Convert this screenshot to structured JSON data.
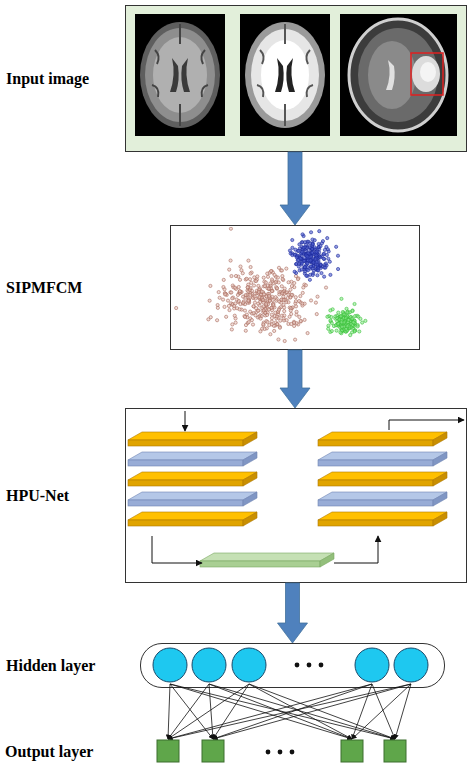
{
  "diagram": {
    "nodes": [
      {
        "text": [
          "Input image"
        ]
      },
      {
        "text": [
          "SIPMFCM"
        ]
      },
      {
        "text": [
          "HPU-Net"
        ]
      },
      {
        "text": [
          "Hidden layer"
        ]
      }
    ],
    "edges": [
      {
        "from": 0,
        "to": 1,
        "arrow": "to"
      },
      {
        "from": 1,
        "to": 2,
        "arrow": "to"
      },
      {
        "from": 2,
        "to": 3,
        "arrow": "to"
      }
    ],
    "labels": [
      "Output layer"
    ]
  }
}
